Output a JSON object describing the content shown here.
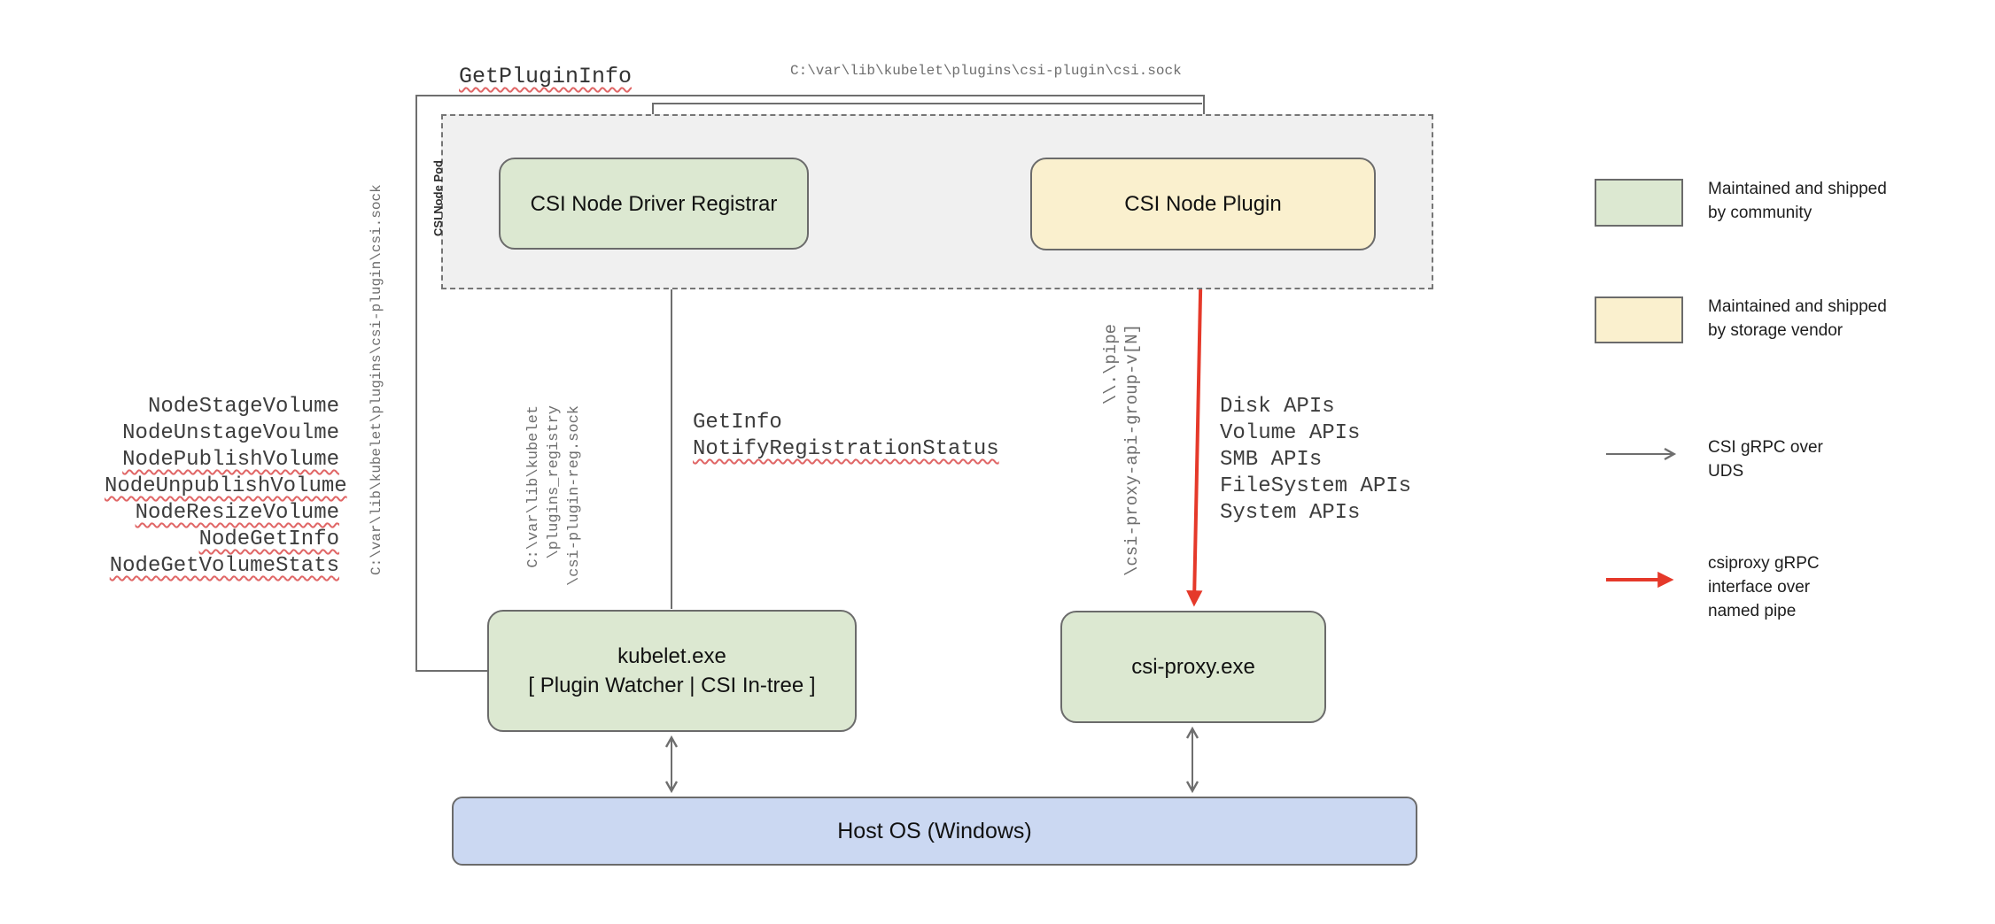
{
  "colors": {
    "community_fill": "#dce8d1",
    "vendor_fill": "#faf0ce",
    "host_fill": "#cbd8f2",
    "pod_fill": "#f0f0f0",
    "box_border": "#6b6b6b",
    "line_gray": "#6e6e6e",
    "line_red": "#e5392a",
    "wavy_red": "#e06666",
    "path_text": "#6e6e6e",
    "call_text": "#3d3d3d",
    "label_text": "#111111"
  },
  "header": {
    "get_plugin_info": "GetPluginInfo",
    "csi_sock_path": "C:\\var\\lib\\kubelet\\plugins\\csi-plugin\\csi.sock"
  },
  "pod": {
    "label": "CSI Node Pod"
  },
  "boxes": {
    "registrar": "CSI Node Driver Registrar",
    "plugin": "CSI Node Plugin",
    "kubelet_line1": "kubelet.exe",
    "kubelet_line2": "[ Plugin Watcher | CSI In-tree ]",
    "csi_proxy": "csi-proxy.exe",
    "host_os": "Host OS (Windows)"
  },
  "paths": {
    "kubelet_csi_sock_vertical": "C:\\var\\lib\\kubelet\\plugins\\csi-plugin\\csi.sock",
    "registry_sock_line1": "C:\\var\\lib\\kubelet",
    "registry_sock_line2": "\\plugins_registry",
    "registry_sock_line3": "\\csi-plugin-reg.sock",
    "named_pipe_line1": "\\\\.\\pipe",
    "named_pipe_line2": "\\csi-proxy-api-group-v[N]"
  },
  "calls": {
    "node_methods": [
      "NodeStageVolume",
      "NodeUnstageVoulme",
      "NodePublishVolume",
      "NodeUnpublishVolume",
      "NodeResizeVolume",
      "NodeGetInfo",
      "NodeGetVolumeStats"
    ],
    "registrar_call1": "GetInfo",
    "registrar_call2": "NotifyRegistrationStatus",
    "proxy_apis": [
      "Disk APIs",
      "Volume APIs",
      "SMB APIs",
      "FileSystem APIs",
      "System APIs"
    ]
  },
  "legend": {
    "community_line1": "Maintained and shipped",
    "community_line2": "by community",
    "vendor_line1": "Maintained and shipped",
    "vendor_line2": "by storage vendor",
    "uds_line1": "CSI gRPC over",
    "uds_line2": "UDS",
    "pipe_line1": "csiproxy gRPC",
    "pipe_line2": "interface over",
    "pipe_line3": "named pipe"
  }
}
